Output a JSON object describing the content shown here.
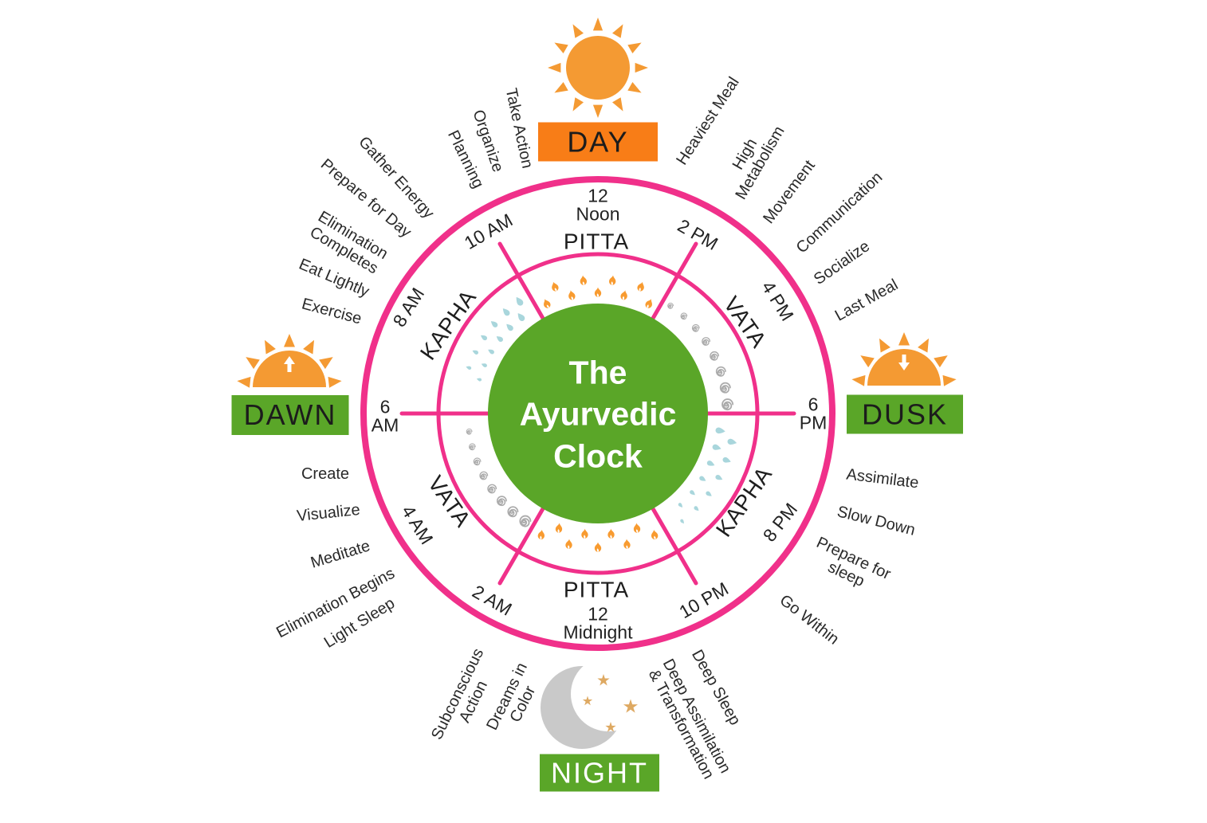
{
  "title": "The\nAyurvedic\nClock",
  "banners": {
    "day": "DAY",
    "dawn": "DAWN",
    "dusk": "DUSK",
    "night": "NIGHT"
  },
  "doshas": {
    "pitta_top": "PITTA",
    "vata_upper_right": "VATA",
    "kapha_lower_right": "KAPHA",
    "pitta_bottom": "PITTA",
    "vata_lower_left": "VATA",
    "kapha_upper_left": "KAPHA"
  },
  "times": {
    "noon": "12\nNoon",
    "pm2": "2 PM",
    "pm4": "4 PM",
    "pm6": "6\nPM",
    "pm8": "8 PM",
    "pm10": "10 PM",
    "midnight": "12\nMidnight",
    "am2": "2 AM",
    "am4": "4 AM",
    "am6": "6\nAM",
    "am8": "8 AM",
    "am10": "10 AM"
  },
  "activities": {
    "morning": {
      "take_action": "Take Action",
      "organize": "Organize",
      "planning": "Planning",
      "gather_energy": "Gather Energy",
      "prepare_for_day": "Prepare for Day",
      "elimination_completes": "Elimination\nCompletes",
      "eat_lightly": "Eat Lightly",
      "exercise": "Exercise"
    },
    "afternoon": {
      "heaviest_meal": "Heaviest Meal",
      "high_metabolism": "High\nMetabolism",
      "movement": "Movement",
      "communication": "Communication",
      "socialize": "Socialize",
      "last_meal": "Last Meal"
    },
    "evening": {
      "assimilate": "Assimilate",
      "slow_down": "Slow Down",
      "prepare_for_sleep": "Prepare for\nsleep",
      "go_within": "Go Within"
    },
    "night_right": {
      "deep_sleep": "Deep Sleep",
      "deep_assimilation": "Deep Assimilation\n& Transformation"
    },
    "night_left": {
      "subconscious_action": "Subconscious\nAction",
      "dreams_in_color": "Dreams in\nColor"
    },
    "predawn": {
      "create": "Create",
      "visualize": "Visualize",
      "meditate": "Meditate",
      "elimination_begins": "Elimination Begins",
      "light_sleep": "Light Sleep"
    }
  },
  "icons": {
    "day": "sun-icon",
    "dawn": "sunrise-sun-icon",
    "dusk": "sunset-sun-icon",
    "night": "moon-stars-icon",
    "pitta": "flame-icon",
    "vata": "air-spiral-icon",
    "kapha": "water-drop-icon"
  },
  "colors": {
    "ring_pink": "#F0308A",
    "center_green": "#5AA628",
    "banner_orange": "#F87D17",
    "sun_orange": "#F49A33",
    "flame_orange": "#F89B30",
    "drop_teal": "#A9D6DC",
    "spiral_gray": "#ABABAB",
    "moon_gray": "#C9C9C9",
    "star_gold": "#DEA962",
    "text_dark": "#2A2A2A"
  }
}
